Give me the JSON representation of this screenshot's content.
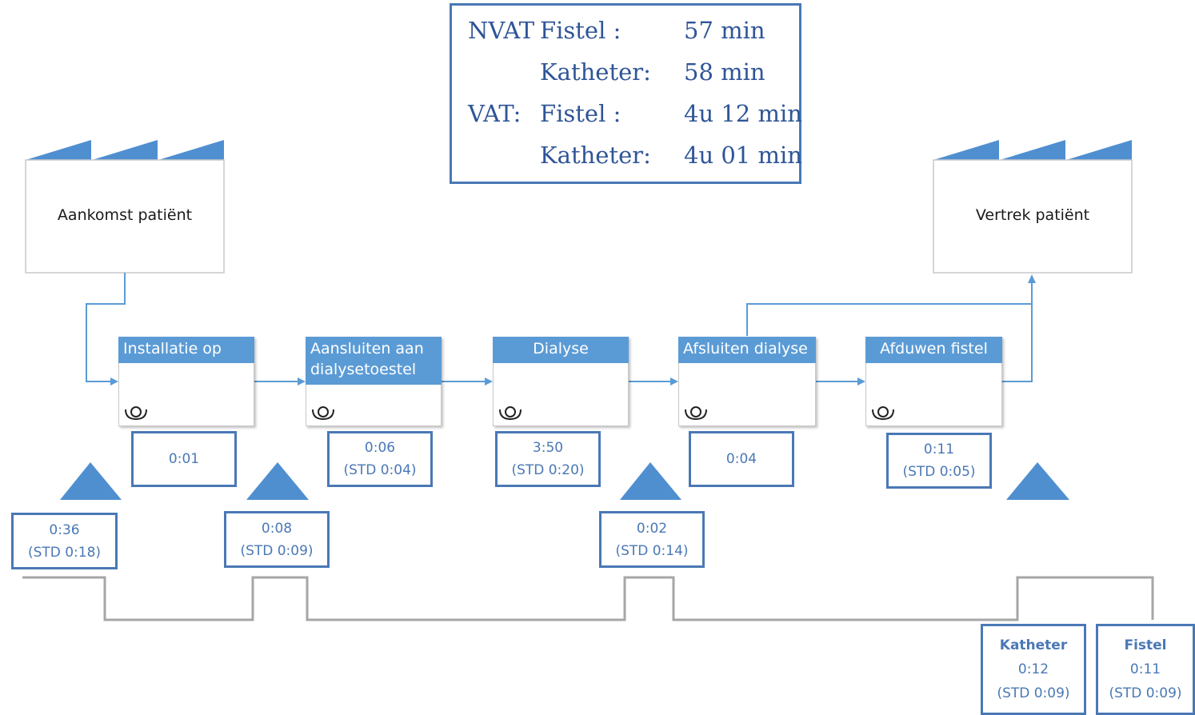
{
  "summary": {
    "row1_group": "NVAT",
    "row1_type": "Fistel :",
    "row1_value": "57 min",
    "row2_type": "Katheter:",
    "row2_value": "58 min",
    "row3_group": "VAT:",
    "row3_type": "Fistel :",
    "row3_value": "4u 12 min",
    "row4_type": "Katheter:",
    "row4_value": "4u 01 min"
  },
  "arrival": {
    "label": "Aankomst patiënt"
  },
  "departure": {
    "label": "Vertrek patiënt"
  },
  "processes": {
    "p1": {
      "title": "Installatie op bed",
      "time": "0:01"
    },
    "p2": {
      "title_line1": "Aansluiten aan",
      "title_line2": "dialysetoestel",
      "time": "0:06",
      "std": "(STD 0:04)"
    },
    "p3": {
      "title": "Dialyse",
      "time": "3:50",
      "std": "(STD 0:20)"
    },
    "p4": {
      "title": "Afsluiten dialyse",
      "time": "0:04"
    },
    "p5": {
      "title": "Afduwen fistel",
      "time": "0:11",
      "std": "(STD 0:05)"
    }
  },
  "waits": {
    "w1": {
      "time": "0:36",
      "std": "(STD 0:18)"
    },
    "w2": {
      "time": "0:08",
      "std": "(STD 0:09)"
    },
    "w3": {
      "time": "0:02",
      "std": "(STD 0:14)"
    }
  },
  "final": {
    "katheter": {
      "title": "Katheter",
      "time": "0:12",
      "std": "(STD 0:09)"
    },
    "fistel": {
      "title": "Fistel",
      "time": "0:11",
      "std": "(STD 0:09)"
    }
  },
  "colors": {
    "accent": "#5b9bd5",
    "border": "#4a78b5",
    "timeline": "#a6a6a6"
  }
}
